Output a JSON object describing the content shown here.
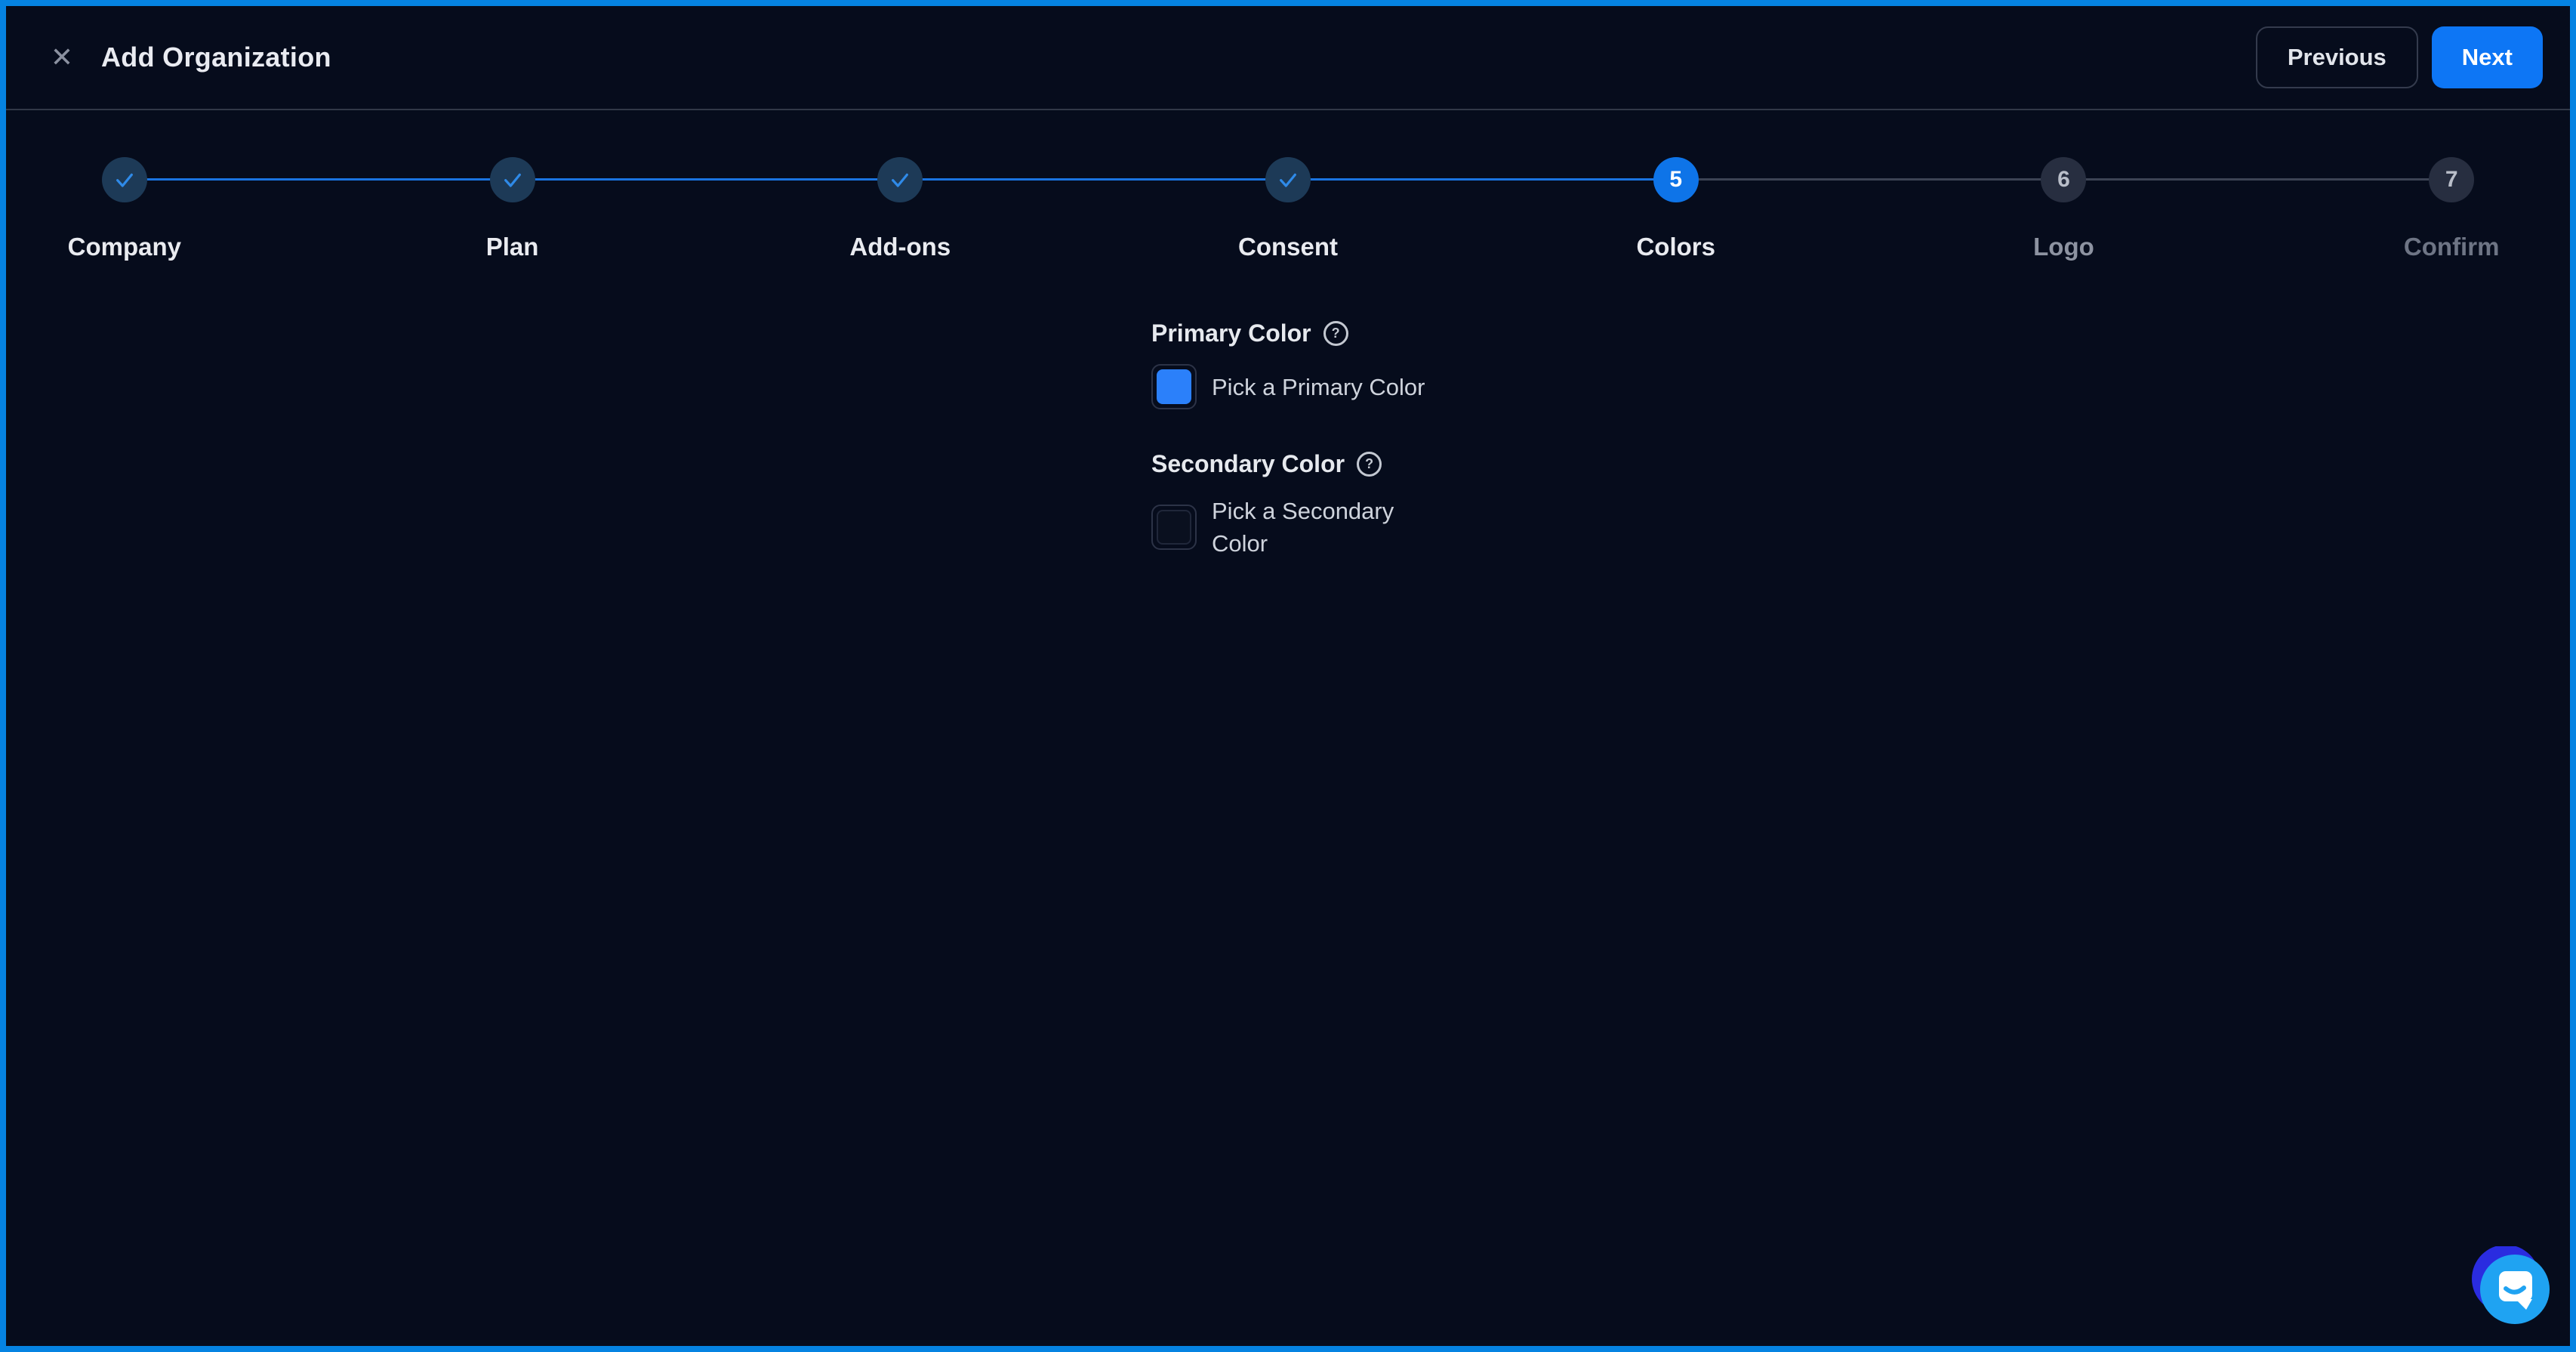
{
  "header": {
    "title": "Add Organization",
    "close_icon": "✕",
    "previous_label": "Previous",
    "next_label": "Next"
  },
  "stepper": {
    "steps": [
      {
        "label": "Company",
        "state": "completed"
      },
      {
        "label": "Plan",
        "state": "completed"
      },
      {
        "label": "Add-ons",
        "state": "completed"
      },
      {
        "label": "Consent",
        "state": "completed"
      },
      {
        "label": "Colors",
        "state": "current",
        "number": "5"
      },
      {
        "label": "Logo",
        "state": "upcoming",
        "number": "6"
      },
      {
        "label": "Confirm",
        "state": "upcoming",
        "number": "7"
      }
    ]
  },
  "form": {
    "help_icon": "?",
    "primary_color": {
      "label": "Primary Color",
      "pick_label": "Pick a Primary Color",
      "selected_color": "#2b80fa"
    },
    "secondary_color": {
      "label": "Secondary Color",
      "pick_label": "Pick a Secondary Color",
      "selected_color": ""
    }
  },
  "theme": {
    "frame_border": "#0583e2",
    "accent_blue": "#0d76f5",
    "completed_dot": "#1d3a57",
    "background": "#060c1c"
  }
}
